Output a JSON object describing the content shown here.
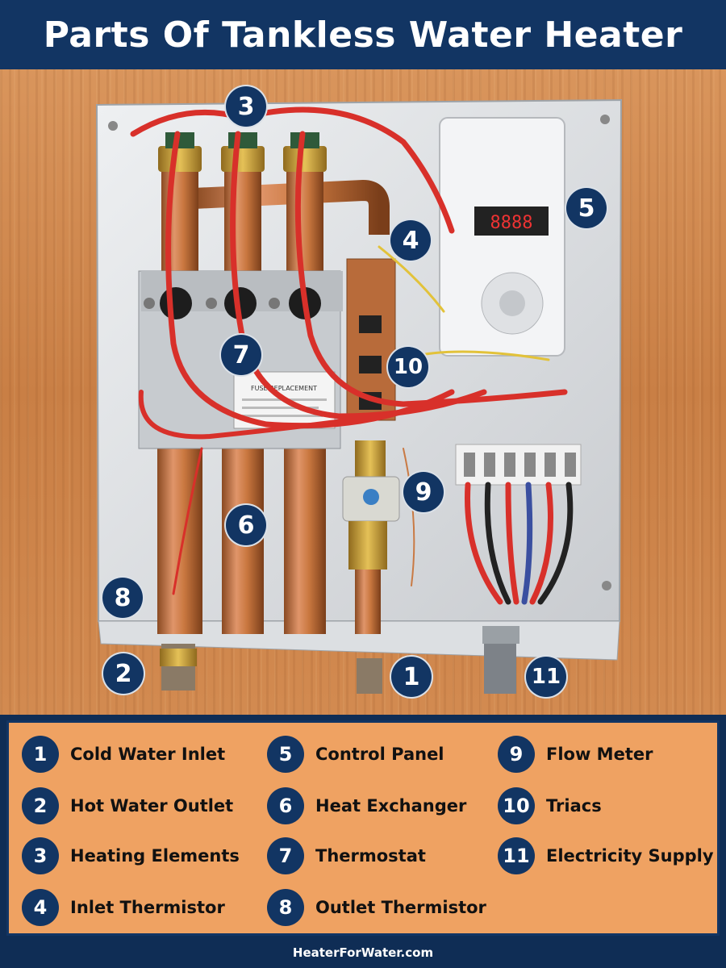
{
  "title": "Parts Of Tankless Water Heater",
  "footer": "HeaterForWater.com",
  "photo_labels": {
    "fuse_label_title": "FUSE REPLACEMENT",
    "display_reading": "8888"
  },
  "callouts": [
    "1",
    "2",
    "3",
    "4",
    "5",
    "6",
    "7",
    "8",
    "9",
    "10",
    "11"
  ],
  "legend": [
    {
      "num": "1",
      "label": "Cold Water Inlet"
    },
    {
      "num": "2",
      "label": "Hot Water Outlet"
    },
    {
      "num": "3",
      "label": "Heating Elements"
    },
    {
      "num": "4",
      "label": "Inlet Thermistor"
    },
    {
      "num": "5",
      "label": "Control Panel"
    },
    {
      "num": "6",
      "label": "Heat Exchanger"
    },
    {
      "num": "7",
      "label": "Thermostat"
    },
    {
      "num": "8",
      "label": "Outlet Thermistor"
    },
    {
      "num": "9",
      "label": "Flow Meter"
    },
    {
      "num": "10",
      "label": "Triacs"
    },
    {
      "num": "11",
      "label": "Electricity Supply"
    }
  ],
  "colors": {
    "navy": "#123563",
    "legend_bg": "#efa262",
    "wood": "#d28a50",
    "copper": "#c9773f",
    "wire_red": "#d8302a"
  }
}
